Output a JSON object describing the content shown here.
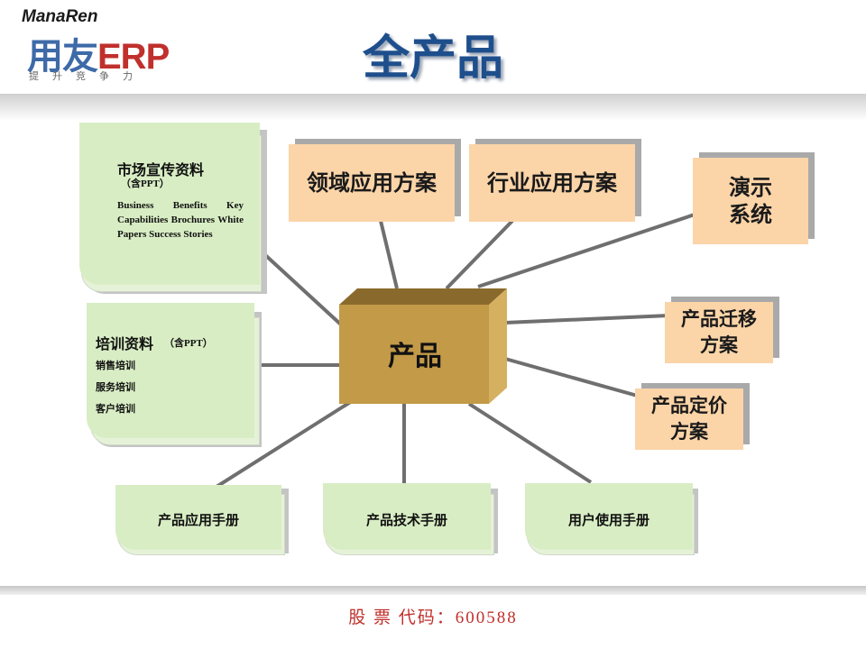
{
  "header": {
    "logo_script": "ManaRen",
    "logo_main": "用友",
    "logo_erp": "ERP",
    "logo_slogan": "提升竞争力",
    "title": "全产品"
  },
  "center": {
    "label": "产品"
  },
  "top_boxes": [
    {
      "label": "领域应用方案"
    },
    {
      "label": "行业应用方案"
    }
  ],
  "right_boxes": [
    {
      "line1": "演示",
      "line2": "系统"
    },
    {
      "line1": "产品迁移",
      "line2": "方案"
    },
    {
      "line1": "产品定价",
      "line2": "方案"
    }
  ],
  "left_notes": {
    "marketing": {
      "title": "市场宣传资料",
      "subtitle": "（含PPT）",
      "body": "Business Benefits Key Capabilities Brochures White Papers Success Stories"
    },
    "training": {
      "title": "培训资料",
      "subtitle": "（含PPT）",
      "items": [
        "销售培训",
        "服务培训",
        "客户培训"
      ]
    }
  },
  "bottom_notes": [
    {
      "label": "产品应用手册"
    },
    {
      "label": "产品技术手册"
    },
    {
      "label": "用户使用手册"
    }
  ],
  "footer": {
    "stock": "股 票 代码：600588"
  },
  "colors": {
    "title": "#1e4f8c",
    "orange_box": "#fbd4a8",
    "green_note": "#d8edc4",
    "cube_front": "#c39a48",
    "stock_text": "#c0302c"
  }
}
